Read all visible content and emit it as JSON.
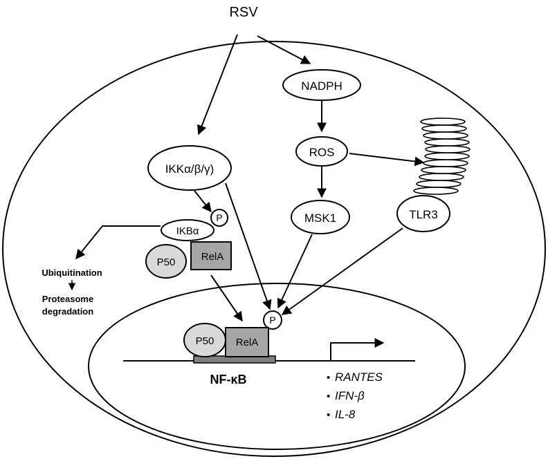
{
  "labels": {
    "rsv": "RSV",
    "nadph": "NADPH",
    "ros": "ROS",
    "ikk": "IKKα/β/γ)",
    "msk1": "MSK1",
    "tlr3": "TLR3",
    "ikba": "IKBα",
    "p_cyto": "P",
    "p50_cyto": "P50",
    "rela_cyto": "RelA",
    "ubiquitination": "Ubiquitination",
    "proteasome": "Proteasome",
    "degradation": "degradation",
    "p_nuc": "P",
    "p50_nuc": "P50",
    "rela_nuc": "RelA",
    "nfkb": "NF-κB"
  },
  "genes": [
    "RANTES",
    "IFN-β",
    "IL-8"
  ],
  "gene_bullet": "•",
  "colors": {
    "rela": "#a6a6a6",
    "p50": "#d9d9d9",
    "dna_block": "#808080",
    "line": "#000000"
  }
}
